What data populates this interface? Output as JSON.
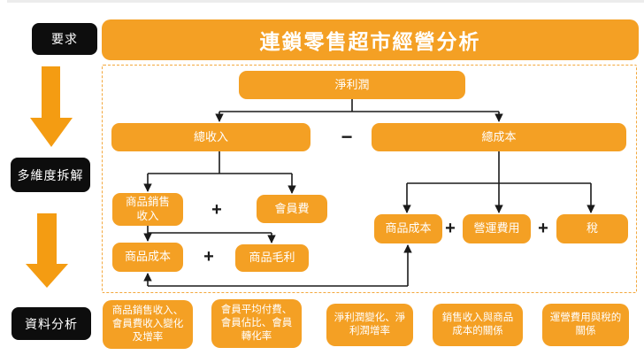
{
  "page": {
    "title": "連鎖零售超市經營分析"
  },
  "left_rail": {
    "steps": [
      {
        "label": "要求"
      },
      {
        "label": "多維度拆解"
      },
      {
        "label": "資料分析"
      }
    ],
    "arrow_icon": "down-arrow"
  },
  "flowchart": {
    "net_profit": "淨利潤",
    "total_revenue": "總收入",
    "total_cost": "總成本",
    "product_sales_revenue": "商品銷售收入",
    "membership_fee": "會員費",
    "product_cost_left": "商品成本",
    "product_gross_profit": "商品毛利",
    "product_cost_right": "商品成本",
    "operating_expense": "營運費用",
    "tax": "稅",
    "minus": "−",
    "plus": "+"
  },
  "analysis_row": {
    "items": [
      {
        "label": "商品銷售收入、會員費收入變化及增率"
      },
      {
        "label": "會員平均付費、會員佔比、會員轉化率"
      },
      {
        "label": "淨利潤變化、淨利潤增率"
      },
      {
        "label": "銷售收入與商品成本的關係"
      },
      {
        "label": "運營費用與稅的關係"
      }
    ]
  },
  "colors": {
    "orange": "#F4A024",
    "black_box": "#0D0D0D",
    "line": "#1A1A1A",
    "dashed_border": "#F3A83D"
  }
}
